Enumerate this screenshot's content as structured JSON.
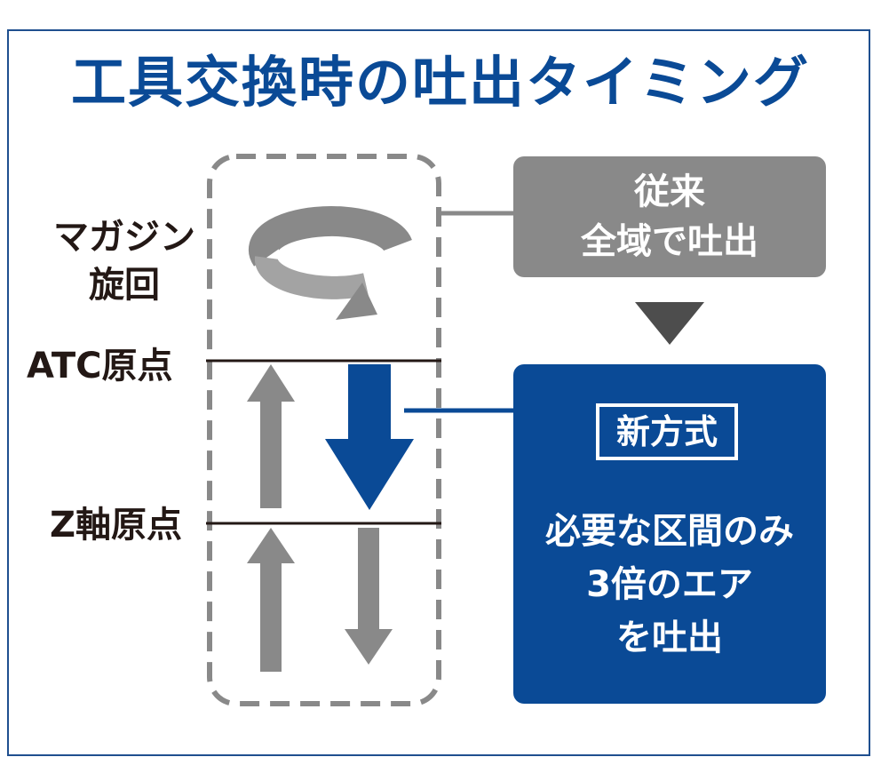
{
  "title": "工具交換時の吐出タイミング",
  "labels": {
    "magazine_line1": "マガジン",
    "magazine_line2": "旋回",
    "atc_origin": "ATC原点",
    "z_origin": "Z軸原点"
  },
  "conventional": {
    "line1": "従来",
    "line2": "全域で吐出"
  },
  "new_method": {
    "badge": "新方式",
    "line1": "必要な区間のみ",
    "line2": "3倍のエア",
    "line3": "を吐出"
  },
  "colors": {
    "title": "#0a4a96",
    "primary_blue": "#0a4a96",
    "gray": "#898989",
    "text": "#231815"
  }
}
